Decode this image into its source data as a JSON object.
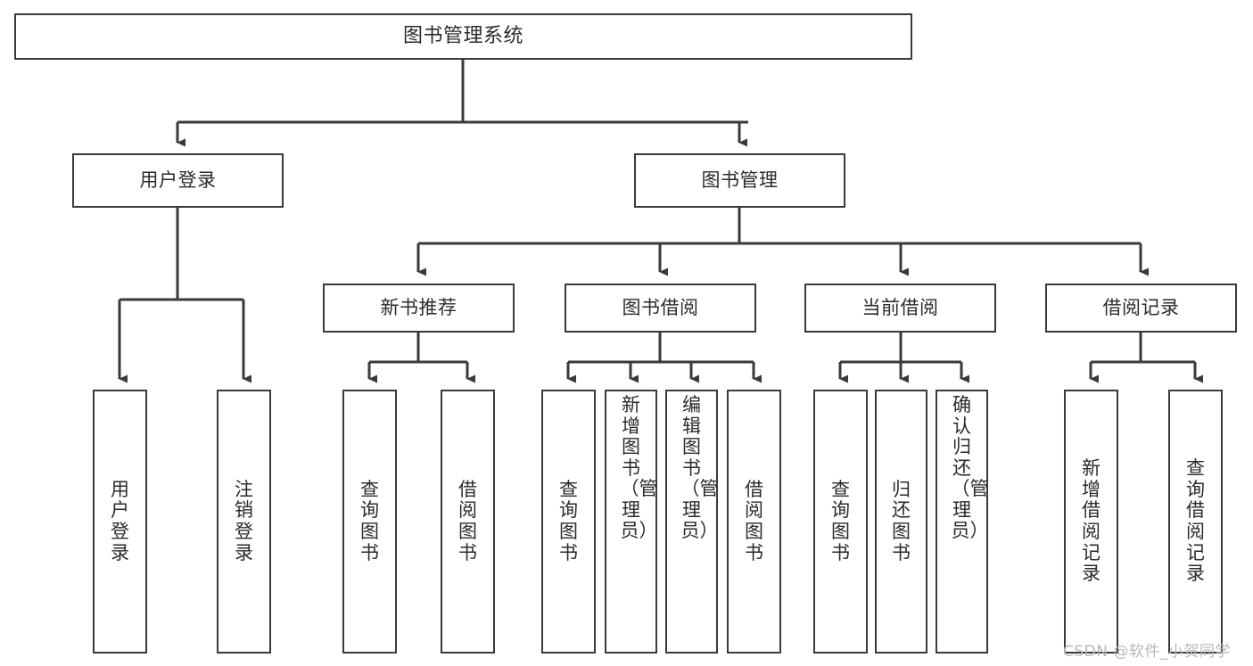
{
  "diagram": {
    "title": "图书管理系统",
    "type": "tree-hierarchy-chart",
    "root": {
      "label": "图书管理系统"
    },
    "level2": [
      {
        "label": "用户登录"
      },
      {
        "label": "图书管理"
      }
    ],
    "level3": [
      {
        "label": "新书推荐"
      },
      {
        "label": "图书借阅"
      },
      {
        "label": "当前借阅"
      },
      {
        "label": "借阅记录"
      }
    ],
    "leaves": {
      "user_login": [
        {
          "label": "用户登录"
        },
        {
          "label": "注销登录"
        }
      ],
      "new_book_recommend": [
        {
          "label": "查询图书"
        },
        {
          "label": "借阅图书"
        }
      ],
      "book_borrow": [
        {
          "label": "查询图书"
        },
        {
          "label": "新增图书（管理员）"
        },
        {
          "label": "编辑图书（管理员）"
        },
        {
          "label": "借阅图书"
        }
      ],
      "current_borrow": [
        {
          "label": "查询图书"
        },
        {
          "label": "归还图书"
        },
        {
          "label": "确认归还（管理员）"
        }
      ],
      "borrow_records": [
        {
          "label": "新增借阅记录"
        },
        {
          "label": "查询借阅记录"
        }
      ]
    }
  },
  "watermark": {
    "text": "CSDN @软件_小贺同学"
  },
  "colors": {
    "stroke": "#3a3a3a",
    "fill": "#ffffff",
    "text": "#2b2b2b",
    "watermark": "#b9b9b9"
  }
}
